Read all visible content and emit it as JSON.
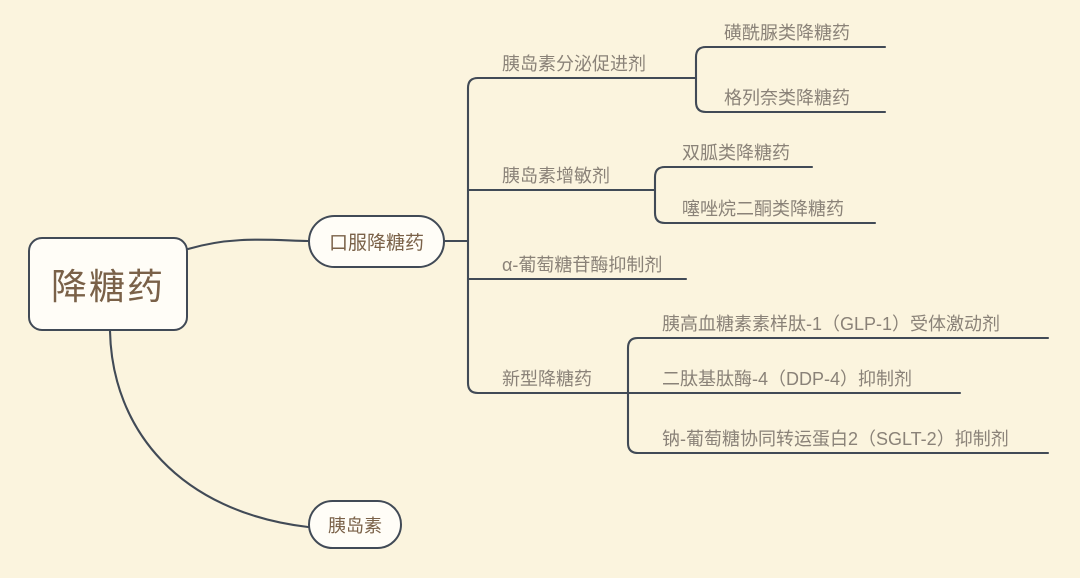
{
  "diagram": {
    "type": "mind-map",
    "title": "降糖药",
    "background_color": "#fbf4de",
    "node_fill_color": "#fffdf7",
    "node_border_color": "#414a56",
    "root_text_color": "#7a6148",
    "branch_text_color": "#8a8278",
    "connector_color": "#414a56"
  },
  "root": {
    "label": "降糖药"
  },
  "level2": [
    {
      "label": "口服降糖药"
    },
    {
      "label": "胰岛素"
    }
  ],
  "level3": [
    {
      "label": "胰岛素分泌促进剂"
    },
    {
      "label": "胰岛素增敏剂"
    },
    {
      "label": "α-葡萄糖苷酶抑制剂"
    },
    {
      "label": "新型降糖药"
    }
  ],
  "level4": {
    "insulin_secretion_promoters": [
      {
        "label": "磺酰脲类降糖药"
      },
      {
        "label": "格列奈类降糖药"
      }
    ],
    "insulin_sensitizers": [
      {
        "label": "双胍类降糖药"
      },
      {
        "label": "噻唑烷二酮类降糖药"
      }
    ],
    "new_drugs": [
      {
        "label": "胰高血糖素素样肽-1（GLP-1）受体激动剂"
      },
      {
        "label": "二肽基肽酶-4（DDP-4）抑制剂"
      },
      {
        "label": "钠-葡萄糖协同转运蛋白2（SGLT-2）抑制剂"
      }
    ]
  }
}
